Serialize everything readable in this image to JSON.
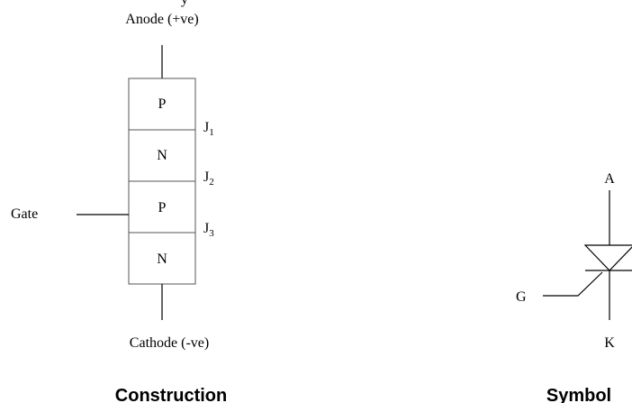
{
  "construction": {
    "top_label_fragment": "y",
    "anode_label": "Anode (+ve)",
    "cathode_label": "Cathode (-ve)",
    "gate_label": "Gate",
    "layers": [
      "P",
      "N",
      "P",
      "N"
    ],
    "junctions": [
      {
        "letter": "J",
        "sub": "1"
      },
      {
        "letter": "J",
        "sub": "2"
      },
      {
        "letter": "J",
        "sub": "3"
      }
    ],
    "caption": "Construction"
  },
  "symbol": {
    "anode_label": "A",
    "cathode_label": "K",
    "gate_label": "G",
    "caption": "Symbol"
  }
}
